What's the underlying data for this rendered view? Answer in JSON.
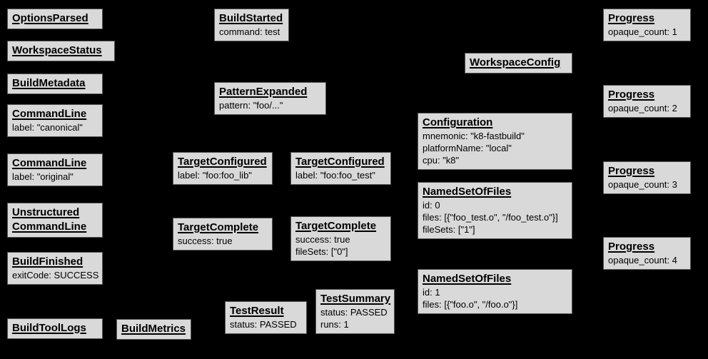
{
  "colors": {
    "background": "#000000",
    "node_fill": "#d9d9d9",
    "node_border": "#555555",
    "text": "#000000"
  },
  "nodes": [
    {
      "id": "options-parsed",
      "title": "OptionsParsed",
      "lines": []
    },
    {
      "id": "workspace-status",
      "title": "WorkspaceStatus",
      "lines": []
    },
    {
      "id": "build-metadata",
      "title": "BuildMetadata",
      "lines": []
    },
    {
      "id": "command-line-canonical",
      "title": "CommandLine",
      "lines": [
        "label: \"canonical\""
      ]
    },
    {
      "id": "command-line-original",
      "title": "CommandLine",
      "lines": [
        "label: \"original\""
      ]
    },
    {
      "id": "unstructured-command-line",
      "title": "Unstructured",
      "title2": "CommandLine",
      "lines": []
    },
    {
      "id": "build-finished",
      "title": "BuildFinished",
      "lines": [
        "exitCode: SUCCESS"
      ]
    },
    {
      "id": "build-tool-logs",
      "title": "BuildToolLogs",
      "lines": []
    },
    {
      "id": "build-metrics",
      "title": "BuildMetrics",
      "lines": []
    },
    {
      "id": "build-started",
      "title": "BuildStarted",
      "lines": [
        "command: test"
      ]
    },
    {
      "id": "pattern-expanded",
      "title": "PatternExpanded",
      "lines": [
        "pattern: \"foo/...\""
      ]
    },
    {
      "id": "target-configured-lib",
      "title": "TargetConfigured",
      "lines": [
        "label: \"foo:foo_lib\""
      ]
    },
    {
      "id": "target-complete-lib",
      "title": "TargetComplete",
      "lines": [
        "success: true"
      ]
    },
    {
      "id": "test-result",
      "title": "TestResult",
      "lines": [
        "status: PASSED"
      ]
    },
    {
      "id": "target-configured-test",
      "title": "TargetConfigured",
      "lines": [
        "label: \"foo:foo_test\""
      ]
    },
    {
      "id": "target-complete-test",
      "title": "TargetComplete",
      "lines": [
        "success: true",
        "fileSets: [\"0\"]"
      ]
    },
    {
      "id": "test-summary",
      "title": "TestSummary",
      "lines": [
        "status: PASSED",
        "runs: 1"
      ]
    },
    {
      "id": "workspace-config",
      "title": "WorkspaceConfig",
      "lines": []
    },
    {
      "id": "configuration",
      "title": "Configuration",
      "lines": [
        "mnemonic: \"k8-fastbuild\"",
        "platformName: \"local\"",
        "cpu: \"k8\""
      ]
    },
    {
      "id": "named-set-of-files-0",
      "title": "NamedSetOfFiles",
      "lines": [
        "id: 0",
        "files: [{\"foo_test.o\", \"/foo_test.o\"}]",
        "fileSets: [\"1\"]"
      ]
    },
    {
      "id": "named-set-of-files-1",
      "title": "NamedSetOfFiles",
      "lines": [
        "id: 1",
        "files: [{\"foo.o\", \"/foo.o\"}]"
      ]
    },
    {
      "id": "progress-1",
      "title": "Progress",
      "lines": [
        "opaque_count: 1"
      ]
    },
    {
      "id": "progress-2",
      "title": "Progress",
      "lines": [
        "opaque_count: 2"
      ]
    },
    {
      "id": "progress-3",
      "title": "Progress",
      "lines": [
        "opaque_count: 3"
      ]
    },
    {
      "id": "progress-4",
      "title": "Progress",
      "lines": [
        "opaque_count: 4"
      ]
    }
  ]
}
